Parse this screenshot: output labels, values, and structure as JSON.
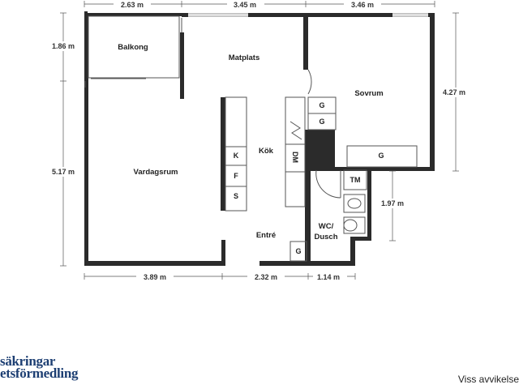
{
  "rooms": {
    "balkong": "Balkong",
    "matplats": "Matplats",
    "sovrum": "Sovrum",
    "kok": "Kök",
    "vardagsrum": "Vardagsrum",
    "entre": "Entré",
    "wc_line1": "WC/",
    "wc_line2": "Dusch"
  },
  "dimensions": {
    "top_left": "2.63 m",
    "top_mid": "3.45 m",
    "top_right": "3.46 m",
    "left_upper": "1.86 m",
    "left_lower": "5.17 m",
    "right_upper": "4.27 m",
    "right_lower": "1.97 m",
    "bottom_left": "3.89 m",
    "bottom_mid": "2.32 m",
    "bottom_right": "1.14 m"
  },
  "appliances": {
    "k": "K",
    "f": "F",
    "s": "S",
    "dm": "DM",
    "g1": "G",
    "g2": "G",
    "g3": "G",
    "g4": "G",
    "tm": "TM"
  },
  "footer": {
    "brand_line1": "säkringar",
    "brand_line2": "etsförmedling",
    "disclaimer": "Viss avvikelse"
  },
  "colors": {
    "wall": "#2b2b2b",
    "brand": "#1d3f73"
  }
}
